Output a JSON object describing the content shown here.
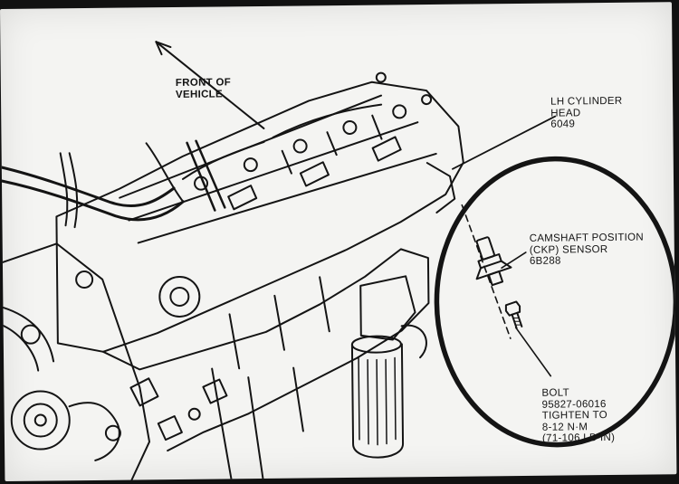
{
  "labels": {
    "front_of_vehicle": [
      "FRONT OF",
      "VEHICLE"
    ],
    "cylinder_head": [
      "LH CYLINDER",
      "HEAD",
      "6049"
    ],
    "ckp_sensor": [
      "CAMSHAFT POSITION",
      "(CKP) SENSOR",
      "6B288"
    ],
    "bolt": [
      "BOLT",
      "95827-06016",
      "TIGHTEN TO",
      "8-12 N·m",
      "(71-106 LB-IN)"
    ]
  },
  "colors": {
    "ink": "#141414",
    "paper": "#f4f4f2",
    "screen_frame": "#111111"
  },
  "icons": {
    "engine": "engine-line-art-icon",
    "sensor": "ckp-sensor-icon",
    "bolt": "bolt-icon"
  }
}
